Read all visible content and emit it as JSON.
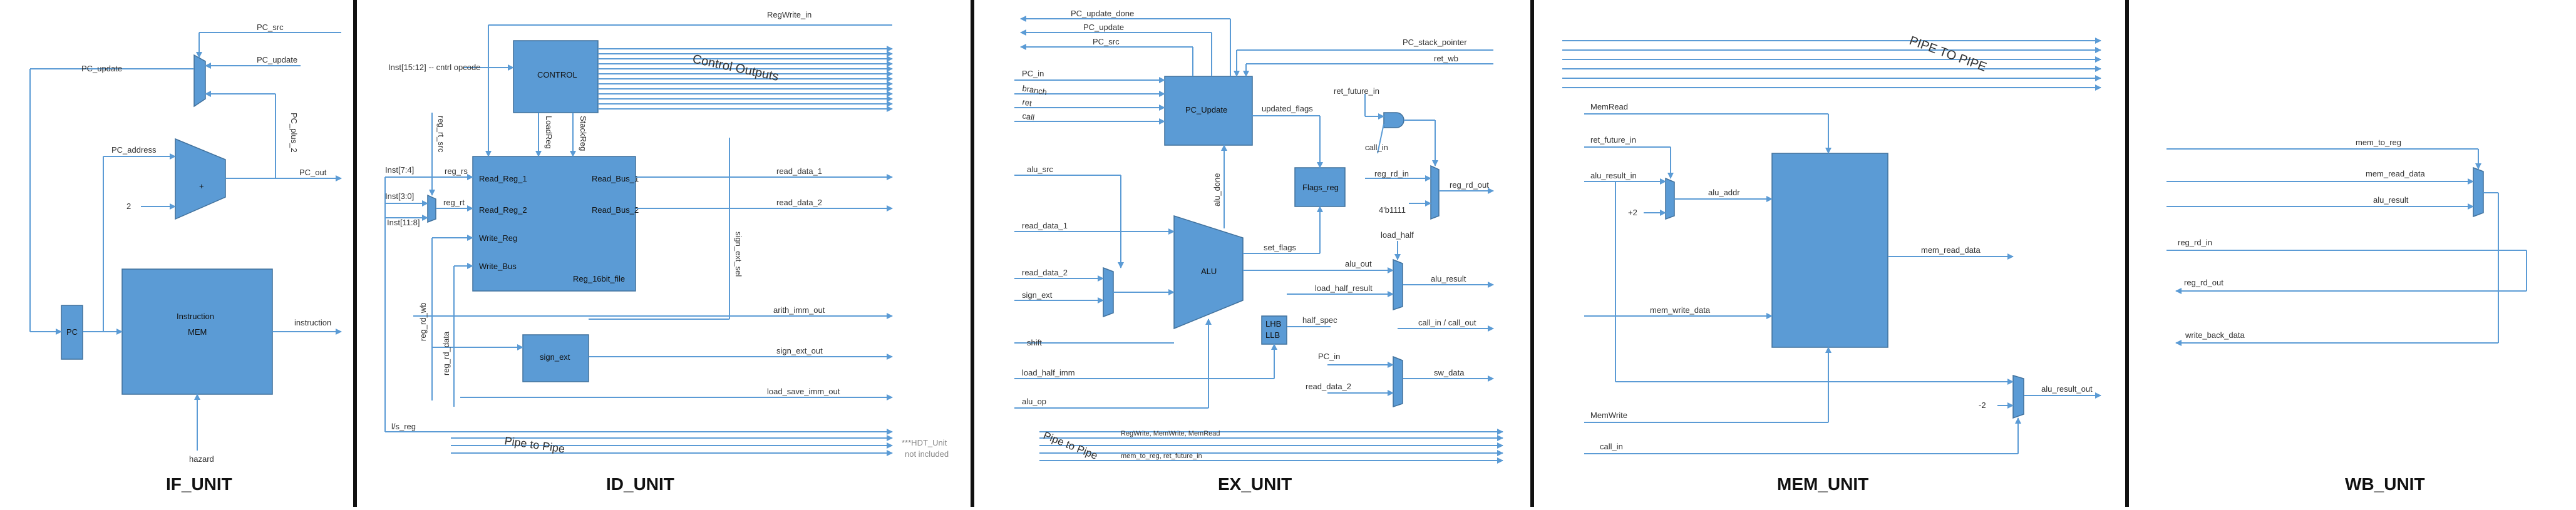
{
  "if_unit": {
    "title": "IF_UNIT",
    "pc_update": "PC_update",
    "pc_src": "PC_src",
    "pc_update_right": "PC_update",
    "pc_plus_2": "PC_plus_2",
    "pc_address": "PC_address",
    "const_2": "2",
    "adder_symbol": "+",
    "pc_out": "PC_out",
    "instruction_label": "Instruction",
    "mem_label": "MEM",
    "instruction_out": "instruction",
    "pc_label": "PC",
    "hazard": "hazard"
  },
  "id_unit": {
    "title": "ID_UNIT",
    "regwrite_in": "RegWrite_in",
    "control": "CONTROL",
    "control_outputs": "Control Outputs",
    "inst_opcode": "Inst[15:12] -- cntrl opcode",
    "reg_rt_src": "reg_rt_src",
    "loadreg": "LoadReg",
    "stackreg": "StackReg",
    "inst_7_4": "Inst[7:4]",
    "inst_3_0": "Inst[3:0]",
    "inst_11_8": "Inst[11:8]",
    "reg_rs": "reg_rs",
    "reg_rt": "reg_rt",
    "read_reg_1": "Read_Reg_1",
    "read_reg_2": "Read_Reg_2",
    "write_reg": "Write_Reg",
    "write_bus": "Write_Bus",
    "read_bus_1": "Read_Bus_1",
    "read_bus_2": "Read_Bus_2",
    "reg_file": "Reg_16bit_file",
    "read_data_1": "read_data_1",
    "read_data_2": "read_data_2",
    "sign_ext_sel": "sign_ext_sel",
    "reg_rd_wb": "reg_rd_wb",
    "reg_rd_data": "reg_rd_data",
    "sign_ext": "sign_ext",
    "arith_imm_out": "arith_imm_out",
    "sign_ext_out": "sign_ext_out",
    "load_save_imm_out": "load_save_imm_out",
    "ls_reg": "l/s_reg",
    "pipe_to_pipe": "Pipe to Pipe",
    "note_line1": "***HDT_Unit",
    "note_line2": "not included"
  },
  "ex_unit": {
    "title": "EX_UNIT",
    "pc_update_done": "PC_update_done",
    "pc_update": "PC_update",
    "pc_src": "PC_src",
    "pc_stack_pointer": "PC_stack_pointer",
    "ret_wb": "ret_wb",
    "pc_in": "PC_in",
    "branch": "branch",
    "ret": "ret",
    "call": "call",
    "pc_update_block": "PC_Update",
    "updated_flags": "updated_flags",
    "ret_future_in": "ret_future_in",
    "call_in": "call_in",
    "reg_rd_in": "reg_rd_in",
    "const_1111": "4'b1111",
    "reg_rd_out": "reg_rd_out",
    "alu_src": "alu_src",
    "alu_done": "alu_done",
    "flags_reg": "Flags_reg",
    "read_data_1": "read_data_1",
    "read_data_2": "read_data_2",
    "sign_ext": "sign_ext",
    "alu": "ALU",
    "set_flags": "set_flags",
    "load_half": "load_half",
    "alu_out": "alu_out",
    "alu_result": "alu_result",
    "load_half_result": "load_half_result",
    "shift": "shift",
    "lhb": "LHB",
    "llb": "LLB",
    "half_spec": "half_spec",
    "call_in_out": "call_in / call_out",
    "load_half_imm": "load_half_imm",
    "pc_in_lower": "PC_in",
    "read_data_2_lower": "read_data_2",
    "sw_data": "sw_data",
    "alu_op": "alu_op",
    "bus_1": "RegWrite, MemWrite, MemRead",
    "bus_2": "mem_to_reg, ret_future_in",
    "pipe_to_pipe": "Pipe to Pipe"
  },
  "mem_unit": {
    "title": "MEM_UNIT",
    "pipe_to_pipe": "PIPE TO PIPE",
    "memread": "MemRead",
    "ret_future_in": "ret_future_in",
    "alu_result_in": "alu_result_in",
    "alu_addr": "alu_addr",
    "plus_2": "+2",
    "mem_read_data": "mem_read_data",
    "mem_write_data": "mem_write_data",
    "minus_2": "-2",
    "alu_result_out": "alu_result_out",
    "memwrite": "MemWrite",
    "call_in": "call_in"
  },
  "wb_unit": {
    "title": "WB_UNIT",
    "mem_to_reg": "mem_to_reg",
    "mem_read_data": "mem_read_data",
    "alu_result": "alu_result",
    "reg_rd_in": "reg_rd_in",
    "reg_rd_out": "reg_rd_out",
    "write_back_data": "write_back_data"
  },
  "colors": {
    "block_fill": "#5b9bd5",
    "wire": "#5b9bd5",
    "divider": "#111111"
  }
}
